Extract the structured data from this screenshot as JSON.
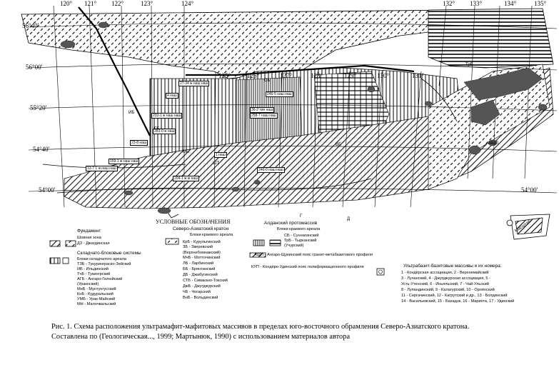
{
  "map": {
    "longitudes": [
      "120°",
      "121°",
      "122°",
      "123°",
      "124°",
      "125°",
      "126°",
      "127°",
      "128°",
      "129°",
      "130°",
      "131°",
      "132°",
      "133°",
      "134°",
      "135°"
    ],
    "latitudes": [
      "56°40'",
      "56°00'",
      "55°20'",
      "54°40'",
      "54°00'",
      "54°00'"
    ],
    "unit_labels": {
      "trb": "ТрБ",
      "sb": "СБ",
      "ashch": "АЩП",
      "ib": "ИБ",
      "gb": "ГБ",
      "sht": "ШТ",
      "mb": "МБ",
      "vb": "ВБ",
      "g": "Г",
      "d": "Д"
    },
    "massif_labels": [
      "27-34 ж наш наш",
      "4 наш",
      "246-5 наш наш",
      "36-2 тие наш",
      "258-7 наш наш",
      "203-1 ж наш наш",
      "283-0 ж наш",
      "23-8 наш",
      "159-1 ж наш наш",
      "13-7 1 ж наш наш",
      "1 наш",
      "246-0 наш наш",
      "204-1 ж ж наш"
    ],
    "scale_note": "Масштаб"
  },
  "legend": {
    "title": "УСЛОВНЫЕ ОБОЗНАЧЕНИЯ",
    "foundation": {
      "heading": "Фундамент",
      "items": [
        "Шовная зона",
        "ДЗ - Джагдинская"
      ]
    },
    "folded_block": {
      "heading": "Складчато-блоковые системы",
      "items": [
        "Блоки складчатого ареала",
        "ТЗБ - Тукуринграско-Зейский",
        "ИБ - Ильдинский",
        "ТчБ - Тукингрский",
        "АГБ - Ангаро-Гилюйский",
        "(Уракнский)",
        "МнБ - Мунтунгусский",
        "КнБ - Кудуральский",
        "УМБ - Урак-Майский",
        "МН - Малочвальский"
      ]
    },
    "craton": {
      "heading": "Северо-Азиатский кратон",
      "subheading": "Блоки краевого ареала",
      "items": [
        "КрБ - Курультинский",
        "ЗБ - Зверевский",
        "(Верхнебомнакский)",
        "МчБ - Мотточинский",
        "ЛБ - Ларбинский",
        "ББ - Брянтинский",
        "ДБ - Джабугинский",
        "СТБ - Сивакано-Токский",
        "ДжБ - Джугджурский",
        "ЧБ - Чогарский",
        "ВнБ - Вольдинский"
      ]
    },
    "aldan": {
      "heading": "Алданский протомассив",
      "subheading": "Блоки краевого ареала",
      "items": [
        "СБ - Суннагинский",
        "ТрБ - Тырканский",
        "(Учурский)"
      ],
      "ashch": "АЩП - Ангаро-Щукинский пояс гранит-метабазитового профиля",
      "kup": "КУП - Кондёро-Удинский пояс полиформационного профиля"
    },
    "ultramafic": {
      "heading": "Ультрабазит-базитовые массивы и их номера:",
      "items": [
        "1 - Кондёрская ассоциация, 2 - Верхнемайский",
        "3 - Лучанский, 4 - Джугджурская ассоциация, 5 -",
        "Усть-Утенский, 6 - Иньяльский, 7 - Чай-Ульский",
        "8 - Лупандинский, 9 - Калагурский, 10 - Ороёнский",
        "11 - Сергачинский, 12 - Кагрутский и др., 13 - Болдинский",
        "14 - Васильевский, 15 - Бахадэк, 16 - Марихта, 17 - Удинский"
      ]
    }
  },
  "caption": {
    "line1": "Рис. 1. Схема расположения ультрамафит-мафитовых массивов в пределах юго-восточного обрамления Северо-Азиатского кратона.",
    "line2": "Составлена по (Геологическая..., 1999; Мартынюк, 1990) с использованием материалов автора"
  }
}
